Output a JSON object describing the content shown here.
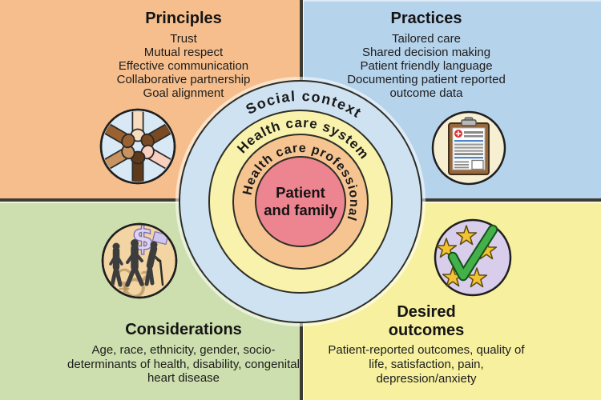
{
  "palette": {
    "principles_bg": "#f6be8c",
    "practices_bg": "#b6d3ec",
    "considerations_bg": "#cddfae",
    "outcomes_bg": "#f7f09f",
    "ring_social": "#cfe2f2",
    "ring_system": "#f9f2ac",
    "ring_professional": "#f6c491",
    "ring_patient": "#ed8590",
    "outline_dark": "#3c3c32"
  },
  "quadrants": {
    "principles": {
      "title": "Principles",
      "items": [
        "Trust",
        "Mutual respect",
        "Effective communication",
        "Collaborative partnership",
        "Goal alignment"
      ],
      "icon": "joined-hands-icon"
    },
    "practices": {
      "title": "Practices",
      "items": [
        "Tailored care",
        "Shared decision making",
        "Patient friendly language",
        "Documenting patient reported outcome data"
      ],
      "icon": "medical-clipboard-icon"
    },
    "considerations": {
      "title": "Considerations",
      "body": "Age, race, ethnicity, gender, socio-determinants of health, disability, congenital heart disease",
      "icon": "diverse-people-icon"
    },
    "outcomes": {
      "title": "Desired outcomes",
      "body": "Patient-reported outcomes, quality of life, satisfaction, pain, depression/anxiety",
      "icon": "stars-checkmark-icon"
    }
  },
  "rings": {
    "outer": "Social context",
    "middle": "Health care system",
    "inner": "Health care professional",
    "center_line1": "Patient",
    "center_line2": "and family"
  }
}
